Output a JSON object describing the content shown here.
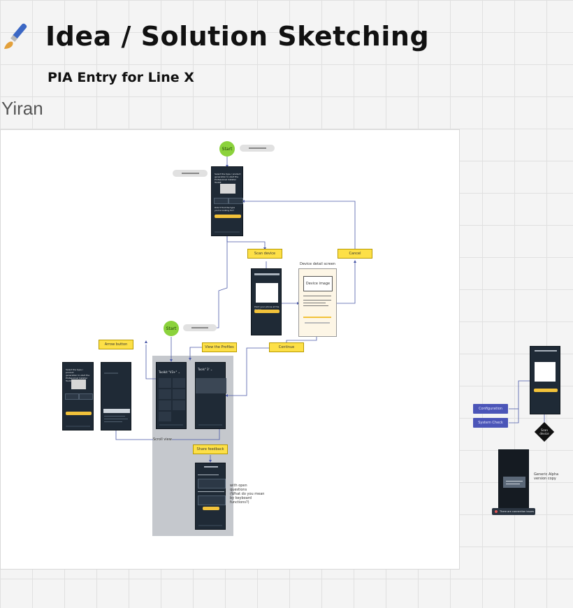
{
  "header": {
    "title": "Idea / Solution Sketching",
    "subtitle": "PIA Entry for Line X",
    "author": "Yiran"
  },
  "icons": {
    "title_icon": "paintbrush-icon"
  },
  "diagram": {
    "start_nodes": [
      "Start",
      "Start"
    ],
    "stickies": {
      "scan_device": "Scan device",
      "cancel": "Cancel",
      "arrow_button": "Arrow button",
      "view_profiles": "View the Profiles",
      "continue": "Continue",
      "share_feedback": "Share feedback"
    },
    "labels": {
      "device_detail": "Device detail screen",
      "device_image": "Device image",
      "side_note": "with open\nquestions\n(What do you mean\nby keyboard\nfunctions?)",
      "generic_note": "Generic Alpha\nversion copy",
      "scroll_view": "Scroll view"
    },
    "purple_buttons": [
      "Configuration",
      "System Check"
    ],
    "decision": "Scan\ndevice",
    "toast": "There are connection issues"
  },
  "colors": {
    "sticky_yellow": "#fde047",
    "start_green": "#8bd23c",
    "screen_dark": "#1f2a36",
    "purple": "#4b55b8"
  }
}
